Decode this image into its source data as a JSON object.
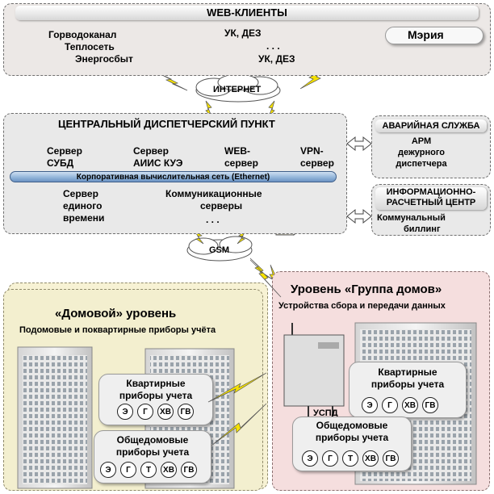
{
  "web_clients": {
    "title": "WEB-КЛИЕНТЫ",
    "client1": [
      "Горводоканал",
      "Теплосеть",
      "Энергосбыт"
    ],
    "client2": [
      "УК, ДЕЗ",
      ". . .",
      "УК, ДЕЗ"
    ],
    "client3": "Мэрия"
  },
  "internet": "ИНТЕРНЕТ",
  "gsm": "GSM",
  "central": {
    "title": "ЦЕНТРАЛЬНЫЙ ДИСПЕТЧЕРСКИЙ ПУНКТ",
    "server_dbms": [
      "Сервер",
      "СУБД"
    ],
    "server_aiis": [
      "Сервер",
      "АИИС КУЭ"
    ],
    "server_web": [
      "WEB-",
      "сервер"
    ],
    "server_vpn": [
      "VPN-",
      "сервер"
    ],
    "ethernet": "Корпоративная вычислительная сеть (Ethernet)",
    "time_server": [
      "Сервер",
      "единого",
      "времени"
    ],
    "comm_servers": [
      "Коммуникационные",
      "серверы"
    ],
    "comm_dots": ". . ."
  },
  "emergency": {
    "title": "АВАРИЙНАЯ СЛУЖБА",
    "sub": [
      "АРМ",
      "дежурного",
      "диспетчера"
    ]
  },
  "info_center": {
    "title": [
      "ИНФОРМАЦИОННО-",
      "РАСЧЕТНЫЙ ЦЕНТР"
    ],
    "sub": [
      "Коммунальный",
      "биллинг"
    ]
  },
  "house_level": {
    "title": "«Домовой» уровень",
    "subtitle": "Подомовые и поквартирные приборы учёта",
    "apt_meters": [
      "Квартирные",
      "приборы учета"
    ],
    "apt_badges": [
      "Э",
      "Г",
      "ХВ",
      "ГВ"
    ],
    "common_meters": [
      "Общедомовые",
      "приборы учета"
    ],
    "common_badges": [
      "Э",
      "Г",
      "Т",
      "ХВ",
      "ГВ"
    ]
  },
  "group_level": {
    "title": "Уровень «Группа домов»",
    "subtitle": "Устройства сбора и передачи данных",
    "uspd": "УСПД",
    "apt_meters": [
      "Квартирные",
      "приборы учета"
    ],
    "apt_badges": [
      "Э",
      "Г",
      "ХВ",
      "ГВ"
    ],
    "common_meters": [
      "Общедомовые",
      "приборы учета"
    ],
    "common_badges": [
      "Э",
      "Г",
      "Т",
      "ХВ",
      "ГВ"
    ]
  }
}
